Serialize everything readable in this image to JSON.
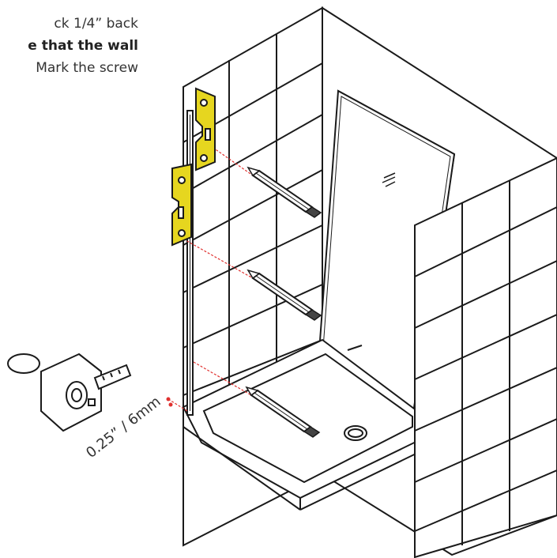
{
  "instructions": {
    "line1": "ck 1/4” back",
    "line2_bold": "e that the wall",
    "line3": "Mark the screw"
  },
  "measurement": {
    "label": "0.25” / 6mm"
  },
  "colors": {
    "bracket": "#e6d61f",
    "guide": "#e0312f",
    "stroke": "#1a1a1a"
  },
  "icons": [
    "tape-measure-icon",
    "pencil-icon",
    "bracket-icon",
    "drain-icon"
  ]
}
